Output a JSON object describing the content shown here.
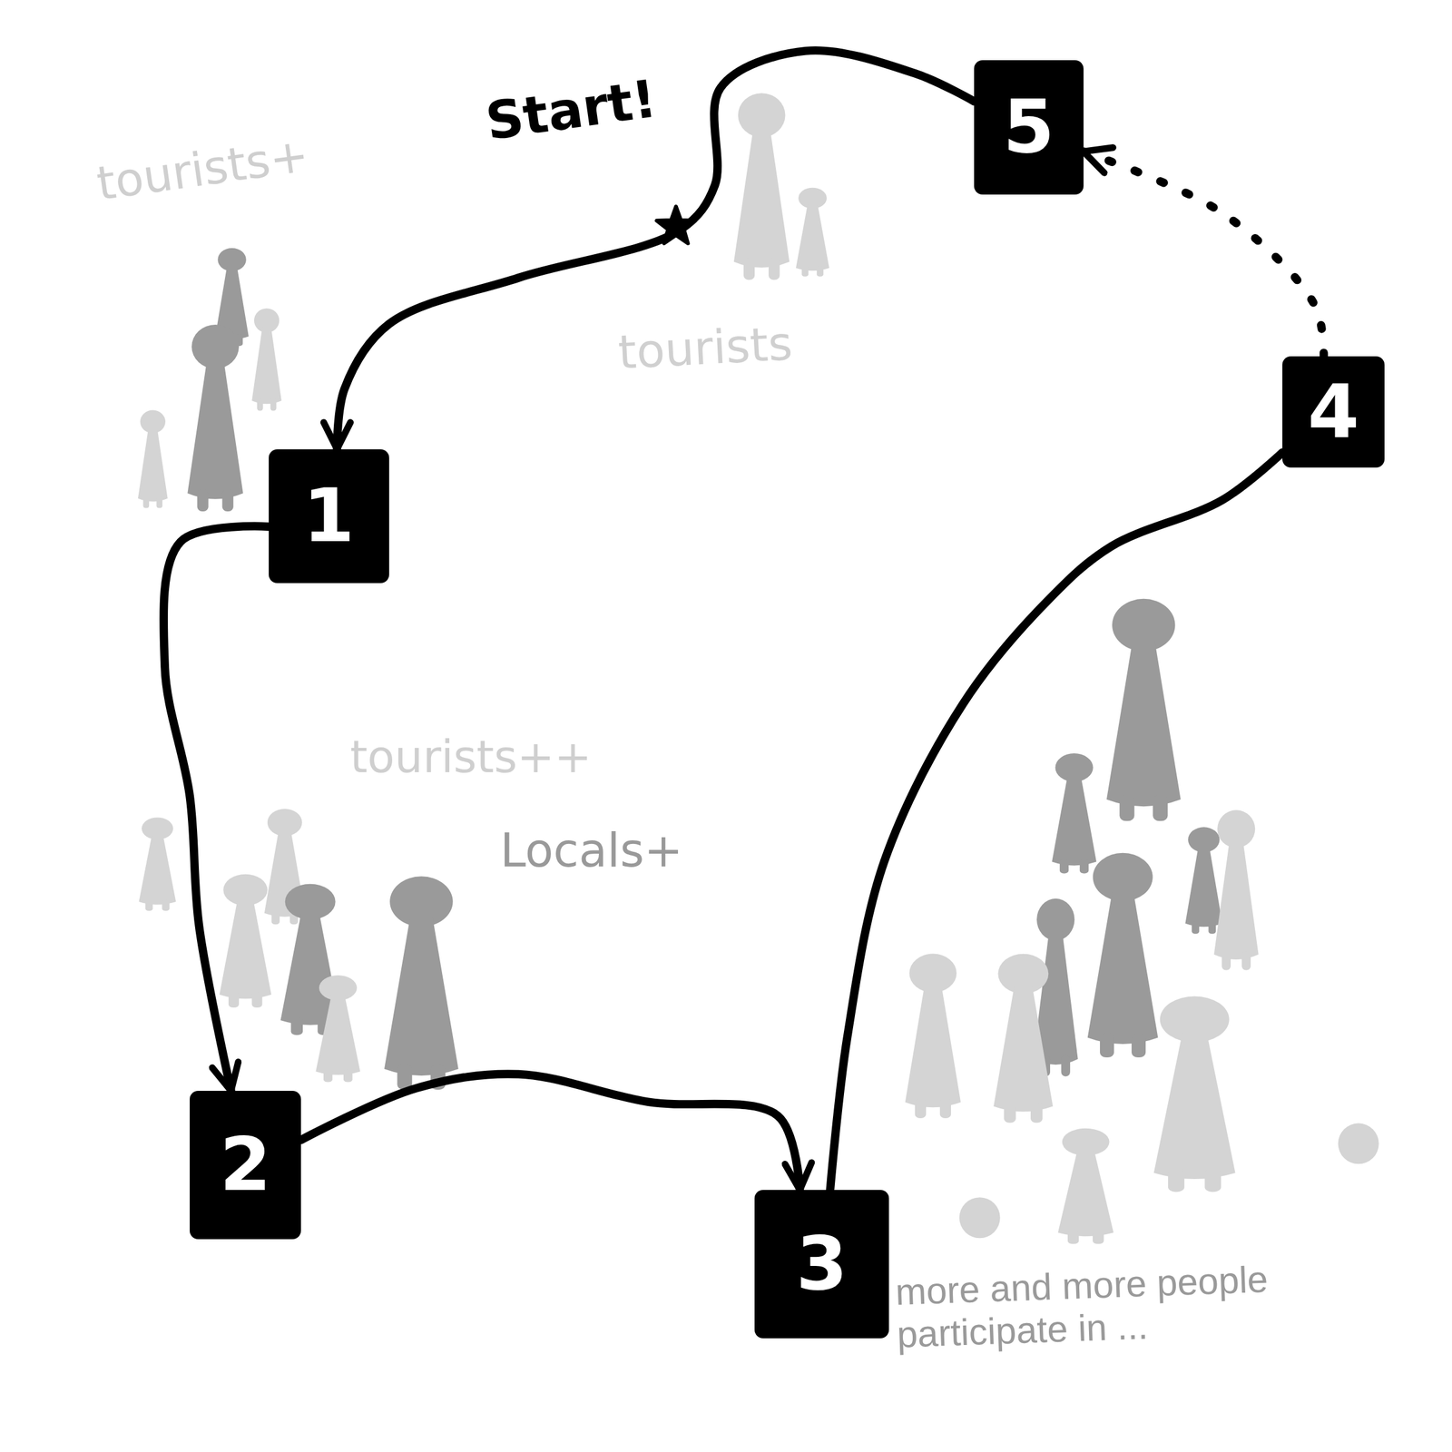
{
  "diagram": {
    "nodes": [
      {
        "text": [
          "1"
        ]
      },
      {
        "text": [
          "2"
        ]
      },
      {
        "text": [
          "3"
        ]
      },
      {
        "text": [
          "4"
        ]
      },
      {
        "text": [
          "5"
        ]
      }
    ],
    "edges": [
      {
        "from": 4,
        "to": 0,
        "arrow": "to"
      },
      {
        "from": 0,
        "to": 1,
        "arrow": "to"
      },
      {
        "from": 1,
        "to": 2,
        "arrow": "to"
      },
      {
        "from": 2,
        "to": 3,
        "arrow": "none"
      },
      {
        "from": 3,
        "to": 4,
        "arrow": "to"
      }
    ],
    "labels": [
      "Start!",
      "tourists+",
      "tourists",
      "tourists++",
      "Locals+",
      "more and more people participate in ..."
    ]
  }
}
